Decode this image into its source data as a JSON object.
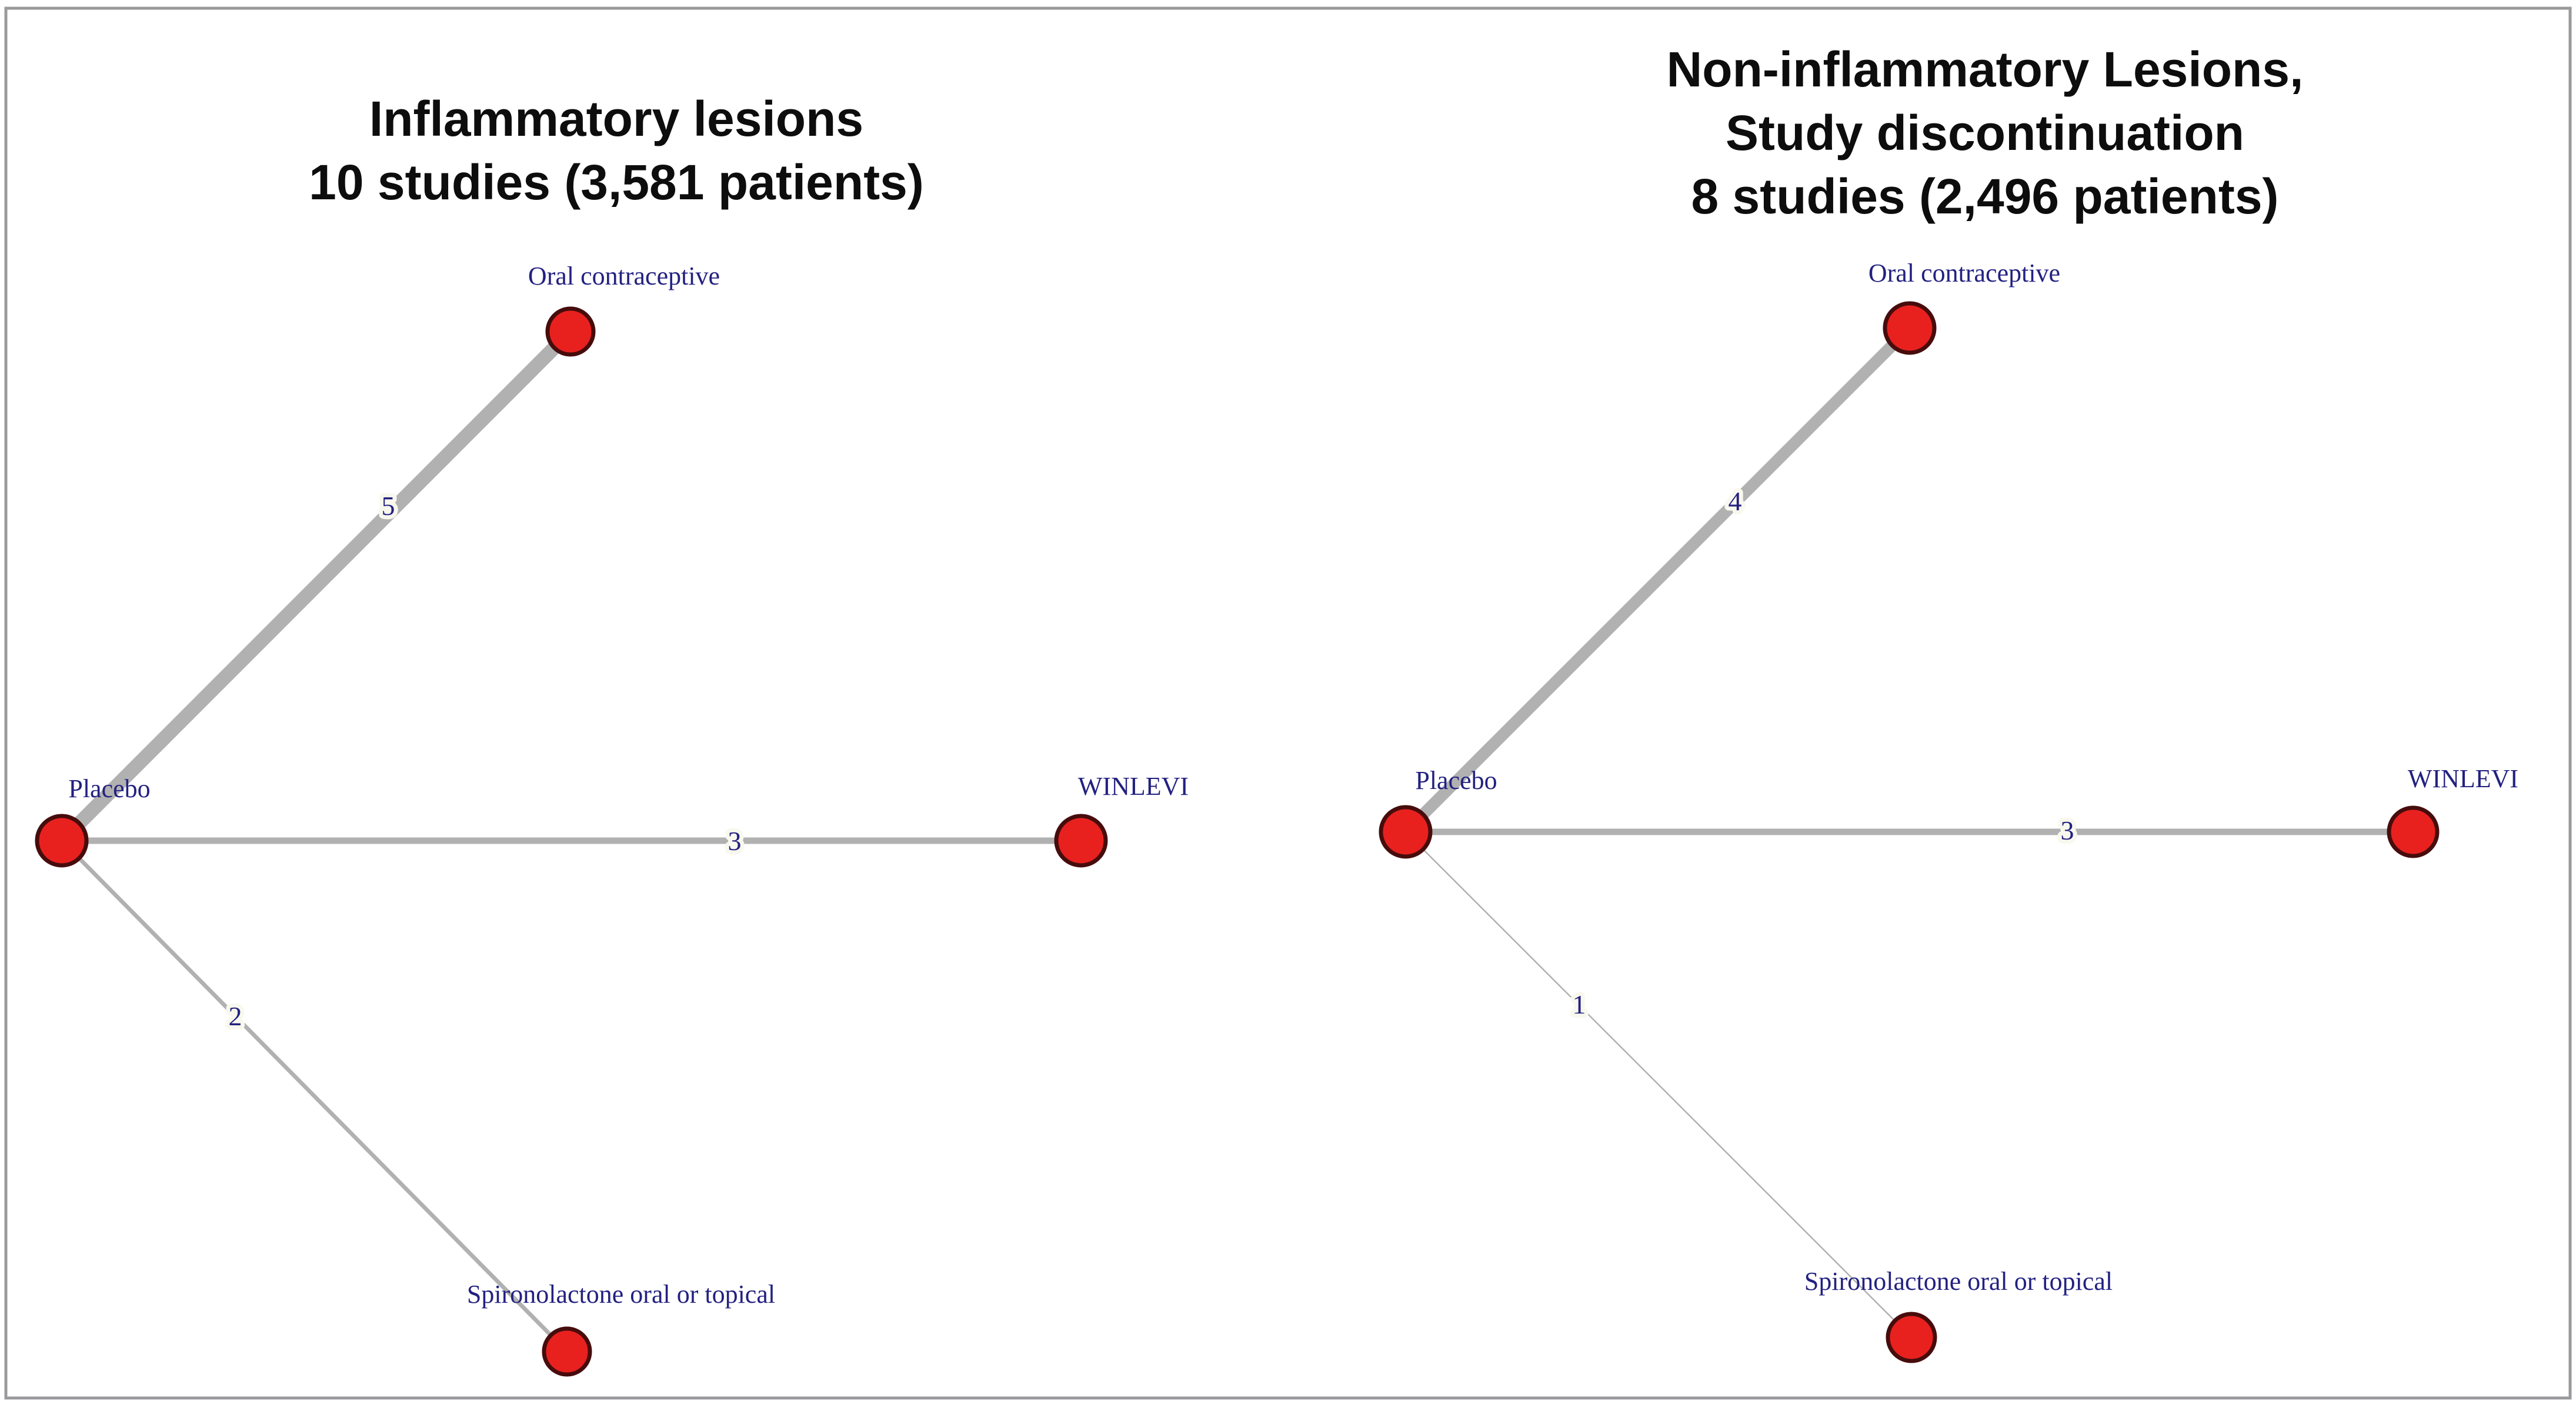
{
  "figure_type": "network-meta-analysis-evidence-network",
  "colors": {
    "node_fill": "#e8211f",
    "node_outline": "#470c0c",
    "edge_gray": "#b1b1b1",
    "label_navy": "#232180",
    "title_black": "#0d0d0d",
    "frame_gray": "#9a9a9c",
    "background": "#ffffff"
  },
  "panels": [
    {
      "id": "inflammatory-lesions",
      "title_lines": [
        "Inflammatory lesions",
        "10 studies (3,581 patients)"
      ],
      "nodes": [
        {
          "id": "placebo",
          "label": "Placebo"
        },
        {
          "id": "oral-contraceptive",
          "label": "Oral contraceptive"
        },
        {
          "id": "winlevi",
          "label": "WINLEVI"
        },
        {
          "id": "spironolactone",
          "label": "Spironolactone oral or topical"
        }
      ],
      "edges": [
        {
          "from": "placebo",
          "to": "oral-contraceptive",
          "studies": "5"
        },
        {
          "from": "placebo",
          "to": "winlevi",
          "studies": "3"
        },
        {
          "from": "placebo",
          "to": "spironolactone",
          "studies": "2"
        }
      ]
    },
    {
      "id": "non-inflammatory-lesions-discontinuation",
      "title_lines": [
        "Non-inflammatory Lesions,",
        "Study discontinuation",
        "8 studies (2,496 patients)"
      ],
      "nodes": [
        {
          "id": "placebo",
          "label": "Placebo"
        },
        {
          "id": "oral-contraceptive",
          "label": "Oral contraceptive"
        },
        {
          "id": "winlevi",
          "label": "WINLEVI"
        },
        {
          "id": "spironolactone",
          "label": "Spironolactone oral or topical"
        }
      ],
      "edges": [
        {
          "from": "placebo",
          "to": "oral-contraceptive",
          "studies": "4"
        },
        {
          "from": "placebo",
          "to": "winlevi",
          "studies": "3"
        },
        {
          "from": "placebo",
          "to": "spironolactone",
          "studies": "1"
        }
      ]
    }
  ]
}
